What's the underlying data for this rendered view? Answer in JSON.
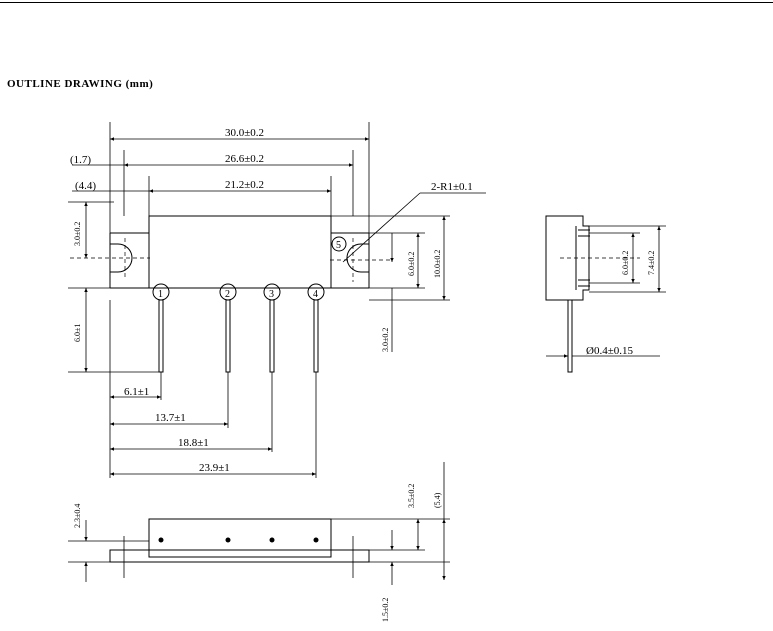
{
  "title": "OUTLINE DRAWING (mm)",
  "top_view": {
    "dims": {
      "overall_length": "30.0±0.2",
      "offset_1_7": "(1.7)",
      "length_26_6": "26.6±0.2",
      "offset_4_4": "(4.4)",
      "body_length": "21.2±0.2",
      "radius_note": "2-R1±0.1",
      "mount_hole_offset": "3.0±0.2",
      "pin_length": "6.0±1",
      "hole_spacing": "6.0±0.2",
      "body_height": "10.0±0.2",
      "pin_row_offset": "3.0±0.2",
      "pin1_pos": "6.1±1",
      "pin2_pos": "13.7±1",
      "pin3_pos": "18.8±1",
      "pin4_pos": "23.9±1"
    },
    "pins": [
      "1",
      "2",
      "3",
      "4"
    ],
    "mount_pin": "5"
  },
  "side_view": {
    "dims": {
      "height_6_0": "6.0±0.2",
      "height_7_4": "7.4±0.2",
      "pin_diameter": "Ø0.4±0.15"
    }
  },
  "bottom_view": {
    "dims": {
      "left_height": "2.3±0.4",
      "right_height_3_5": "3.5±0.2",
      "right_total": "(5.4)",
      "flange_thickness": "1.5±0.2"
    }
  }
}
